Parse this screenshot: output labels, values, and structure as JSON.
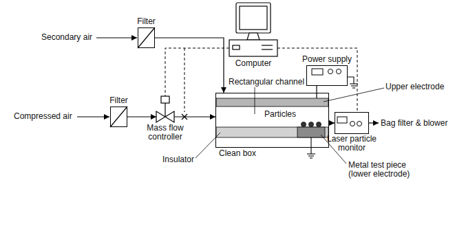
{
  "diagram": {
    "nodes": [
      {
        "text": [
          "Computer"
        ]
      },
      {
        "text": [
          "Filter"
        ]
      },
      {
        "text": [
          "Filter"
        ]
      },
      {
        "text": [
          "Mass flow controller"
        ]
      },
      {
        "text": [
          "Clean box"
        ]
      },
      {
        "text": [
          "Power supply"
        ]
      },
      {
        "text": [
          "Laser particle monitor"
        ]
      }
    ],
    "edges": [
      {
        "from": 2,
        "to": 3,
        "arrow": "to"
      },
      {
        "from": 3,
        "to": 4,
        "arrow": "to"
      },
      {
        "from": 1,
        "to": 4,
        "arrow": "to"
      },
      {
        "from": 4,
        "to": 6,
        "arrow": "to"
      },
      {
        "from": 0,
        "to": 3,
        "arrow": "none"
      },
      {
        "from": 0,
        "to": 6,
        "arrow": "none"
      },
      {
        "from": 5,
        "to": 4,
        "arrow": "none"
      }
    ],
    "labels": [
      "Secondary air",
      "Compressed air",
      "Upper electrode",
      "Rectangular channel",
      "Particles",
      "Insulator",
      "Metal test piece (lower electrode)",
      "Bag filter & blower"
    ]
  }
}
